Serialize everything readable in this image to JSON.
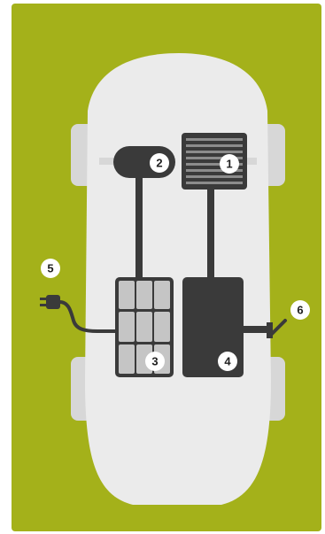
{
  "colors": {
    "background": "#a4b11a",
    "car_body": "#ebebeb",
    "wheel": "#d7d7d7",
    "dark_component": "#3a3a3a",
    "battery_cell": "#c5c5c5",
    "callout_fill": "#ffffff",
    "callout_text": "#1f1f1f"
  },
  "icons": {
    "plug": "plug-icon",
    "charge_port": "charge-port-icon"
  },
  "callouts": [
    {
      "id": "1",
      "label": "1"
    },
    {
      "id": "2",
      "label": "2"
    },
    {
      "id": "3",
      "label": "3"
    },
    {
      "id": "4",
      "label": "4"
    },
    {
      "id": "5",
      "label": "5"
    },
    {
      "id": "6",
      "label": "6"
    }
  ]
}
